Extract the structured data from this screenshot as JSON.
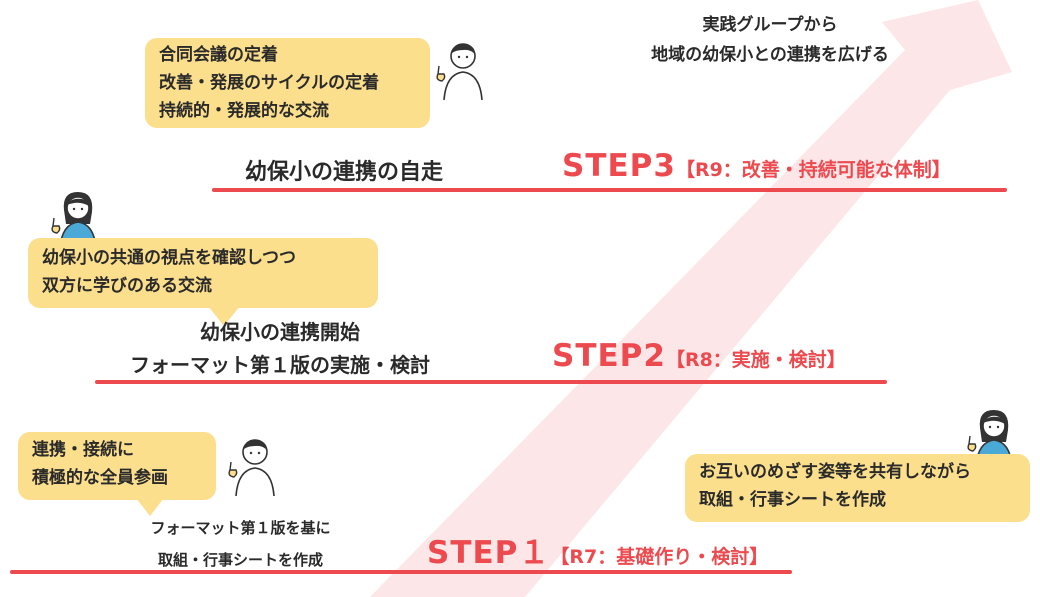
{
  "top_note": {
    "line1": "実践グループから",
    "line2": "地域の幼保小との連携を広げる"
  },
  "step3": {
    "step_label": "STEP3",
    "period": "【R9：改善・持続可能な体制】",
    "goal": "幼保小の連携の自走",
    "bubble": [
      "合同会議の定着",
      "改善・発展のサイクルの定着",
      "持続的・発展的な交流"
    ]
  },
  "step2": {
    "step_label": "STEP2",
    "period": "【R8：実施・検討】",
    "goal": [
      "幼保小の連携開始",
      "フォーマット第１版の実施・検討"
    ],
    "bubble": [
      "幼保小の共通の視点を確認しつつ",
      "双方に学びのある交流"
    ]
  },
  "step1": {
    "step_label": "STEP１",
    "period": "【R7：基礎作り・検討】",
    "goal": [
      "フォーマット第１版を基に",
      "取組・行事シートを作成"
    ],
    "bubble_left": [
      "連携・接続に",
      "積極的な全員参画"
    ],
    "bubble_right": [
      "お互いのめざす姿等を共有しながら",
      "取組・行事シートを作成"
    ]
  },
  "colors": {
    "accent": "#ec4a4f",
    "bubble": "#fbdf8d",
    "arrow": "#fde6e7"
  },
  "icons": [
    "person-male-icon",
    "person-female-icon"
  ]
}
